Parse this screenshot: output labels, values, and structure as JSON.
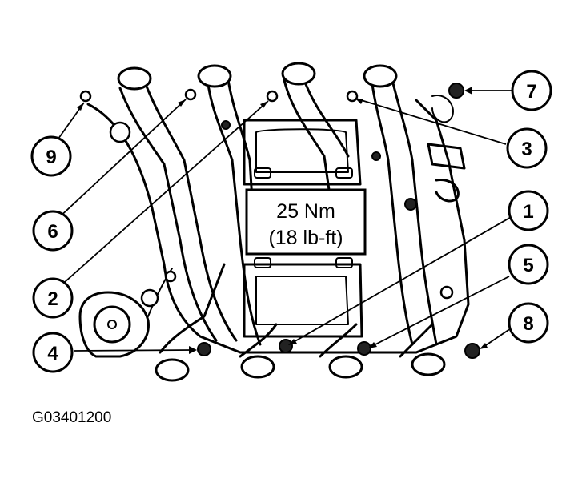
{
  "torque_spec": {
    "line1": "25 Nm",
    "line2": "(18 lb-ft)"
  },
  "figure_code": "G03401200",
  "callouts": [
    {
      "id": "callout-9",
      "label": "9"
    },
    {
      "id": "callout-6a",
      "label": "6"
    },
    {
      "id": "callout-2",
      "label": "2"
    },
    {
      "id": "callout-4",
      "label": "4"
    },
    {
      "id": "callout-7",
      "label": "7"
    },
    {
      "id": "callout-3",
      "label": "3"
    },
    {
      "id": "callout-1",
      "label": "1"
    },
    {
      "id": "callout-5",
      "label": "5"
    },
    {
      "id": "callout-8",
      "label": "8"
    }
  ]
}
